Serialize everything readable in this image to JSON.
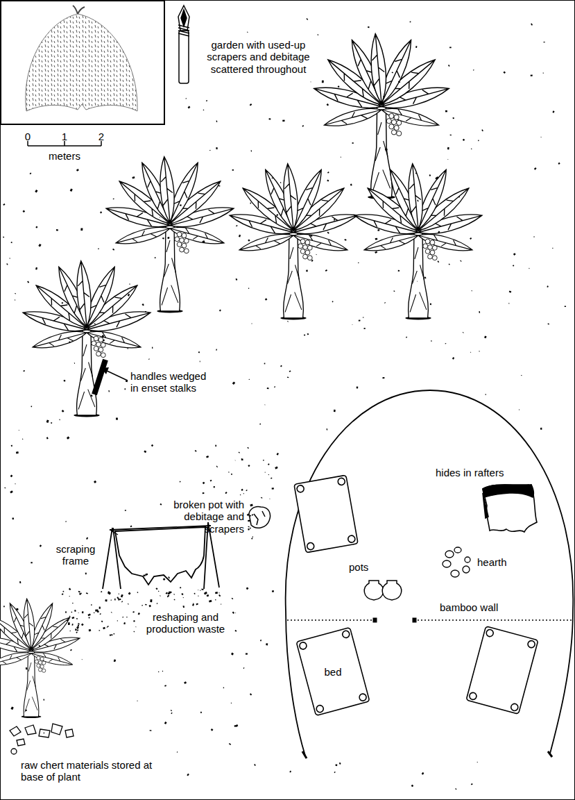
{
  "diagram": {
    "nodes": [
      {
        "text": [
          "bed"
        ]
      }
    ],
    "labels": [
      "0",
      "1",
      "2",
      "meters",
      "garden with used-up scrapers and debitage scattered throughout",
      "handles wedged in enset stalks",
      "hides in rafters",
      "hearth",
      "broken pot with debitage and scrapers",
      "pots",
      "bamboo wall",
      "scraping frame",
      "reshaping and production waste",
      "raw chert materials stored at base of plant"
    ]
  }
}
